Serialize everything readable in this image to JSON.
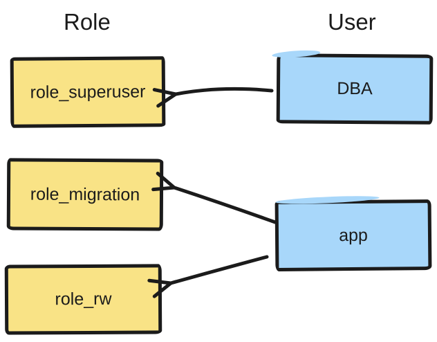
{
  "diagram": {
    "columns": {
      "role": {
        "title": "Role"
      },
      "user": {
        "title": "User"
      }
    },
    "roles": [
      {
        "label": "role_superuser"
      },
      {
        "label": "role_migration"
      },
      {
        "label": "role_rw"
      }
    ],
    "users": [
      {
        "label": "DBA"
      },
      {
        "label": "app"
      }
    ],
    "edges": [
      {
        "from": "DBA",
        "to": "role_superuser"
      },
      {
        "from": "app",
        "to": "role_migration"
      },
      {
        "from": "app",
        "to": "role_rw"
      }
    ],
    "colors": {
      "role_fill": "#f9e386",
      "user_fill": "#a8d7fa",
      "stroke": "#1b1b1b",
      "background": "#ffffff"
    }
  }
}
